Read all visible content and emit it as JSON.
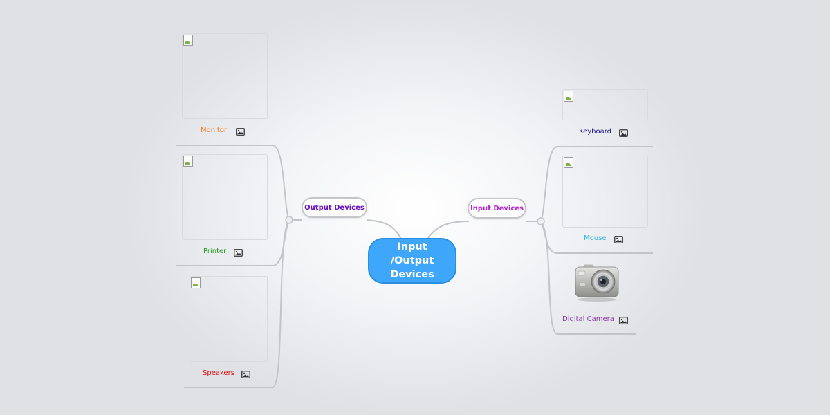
{
  "root": {
    "title": "Input /Output Devices"
  },
  "branches": {
    "output": {
      "label": "Output Devices",
      "leaves": [
        {
          "label": "Monitor",
          "color": "#f07c1e",
          "icon": "image-icon"
        },
        {
          "label": "Printer",
          "color": "#229922",
          "icon": "image-icon"
        },
        {
          "label": "Speakers",
          "color": "#dd1111",
          "icon": "image-icon"
        }
      ]
    },
    "input": {
      "label": "Input Devices",
      "leaves": [
        {
          "label": "Keyboard",
          "color": "#1a1a8a",
          "icon": "image-icon"
        },
        {
          "label": "Mouse",
          "color": "#36b4ee",
          "icon": "image-icon"
        },
        {
          "label": "Digital Camera",
          "color": "#8a3aa5",
          "icon": "image-icon"
        }
      ]
    }
  },
  "colors": {
    "root_fill": "#3ea6fb",
    "output_branch_text": "#6a12c4",
    "input_branch_text": "#b52bc9",
    "connector": "#c2c4c8"
  }
}
